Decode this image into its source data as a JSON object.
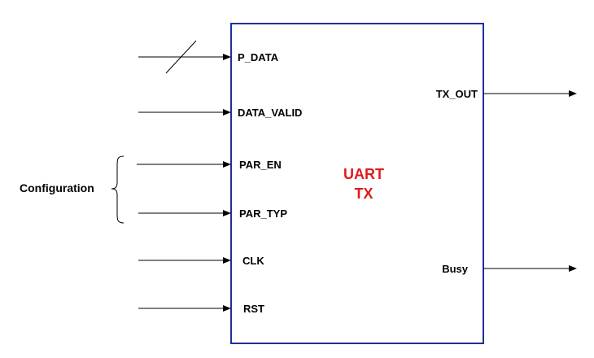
{
  "block": {
    "title_line1": "UART",
    "title_line2": "TX",
    "border_color": "#1f2f9e",
    "title_color": "#e01b1b"
  },
  "inputs": [
    {
      "label": "P_DATA",
      "bus": true
    },
    {
      "label": "DATA_VALID"
    },
    {
      "label": "PAR_EN"
    },
    {
      "label": "PAR_TYP"
    },
    {
      "label": "CLK"
    },
    {
      "label": "RST"
    }
  ],
  "outputs": [
    {
      "label": "TX_OUT"
    },
    {
      "label": "Busy"
    }
  ],
  "group": {
    "label": "Configuration"
  }
}
